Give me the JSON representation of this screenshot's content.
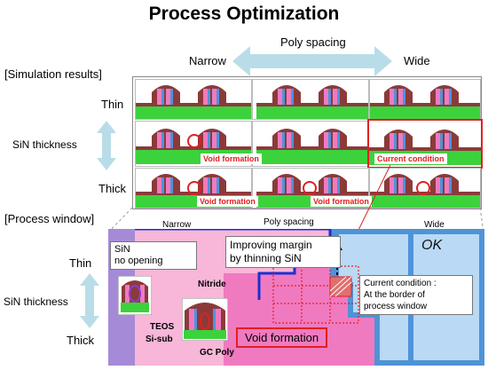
{
  "title": "Process Optimization",
  "sim": {
    "header": "[Simulation results]",
    "spacing_label": "Poly spacing",
    "narrow": "Narrow",
    "wide": "Wide",
    "thin": "Thin",
    "thick": "Thick",
    "sin_thickness": "SiN thickness",
    "void_formation": "Void formation",
    "current_condition": "Current condition"
  },
  "pw": {
    "header": "[Process window]",
    "narrow": "Narrow",
    "spacing_label": "Poly spacing",
    "wide": "Wide",
    "thin": "Thin",
    "thick": "Thick",
    "sin_thickness": "SiN thickness",
    "ok": "OK",
    "sin_no_opening": "SiN\nno opening",
    "improving_margin": "Improving margin\nby  thinning SiN",
    "current_condition_note": "Current condition :\nAt the border of\nprocess window",
    "nitride": "Nitride",
    "teos": "TEOS",
    "si_sub": "Si-sub",
    "gc_poly": "GC Poly",
    "void_formation": "Void formation"
  },
  "colors": {
    "arrow": "#b9dde8",
    "void_red": "#e02020",
    "pink": "#f07ac0",
    "light_pink": "#f8b6d8",
    "blue": "#4f93d8",
    "purple": "#a58ad8",
    "green": "#3cd23c",
    "brown": "#8b3a3a"
  }
}
